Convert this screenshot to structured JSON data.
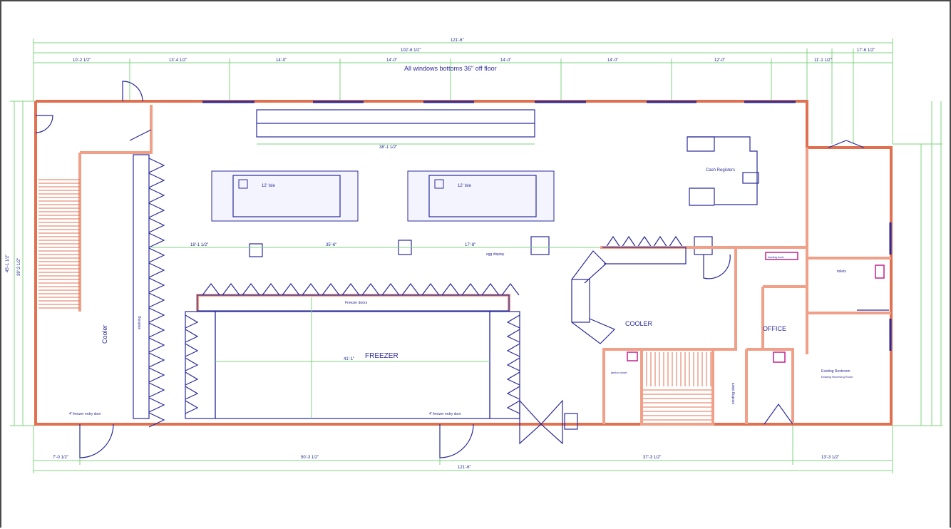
{
  "note": "All windows bottoms 36\" off floor",
  "rooms": {
    "freezer": "FREEZER",
    "cooler": "COOLER",
    "office": "OFFICE",
    "cooler_left": "Cooler"
  },
  "dimensions": {
    "overall_top": "121'-6\"",
    "overall_bottom": "121'-6\"",
    "secondary_top": "102'-6 1/2\"",
    "right_top_a": "17'-6 1/2\"",
    "right_top_b": "11'-1 1/2\"",
    "seg1": "10'-2 1/2\"",
    "seg2": "13'-4 1/2\"",
    "seg3": "14'-0\"",
    "seg4": "14'-0\"",
    "seg5": "14'-0\"",
    "seg6": "14'-0\"",
    "seg7": "12'-0\"",
    "bottom_left": "7'-0 1/2\"",
    "bottom_mid": "50'-3 1/2\"",
    "bottom_right1": "37'-3 1/2\"",
    "bottom_right2": "13'-3 1/2\"",
    "left_overall": "45'-1 1/2\"",
    "left_inner": "39'-2 1/2\"",
    "freezer_width": "41'-1\"",
    "mid_row1": "18'-1 1/2\"",
    "mid_row2": "35'-6\"",
    "mid_row3": "17'-8\"",
    "table_len": "38'-1 1/2\""
  },
  "labels": {
    "freezer_doors": "Freezer doors",
    "shelving": "shelving",
    "egg_display": "egg display",
    "cash_registers": "Cash Registers",
    "janitor_closet": "janitor closet",
    "existing_stairs": "existing stairs",
    "existing_restroom": "Existing Restroom",
    "toilets": "toilets",
    "storage_room": "Existing Receiving Room",
    "door_label_a": "4' freezer entry door",
    "door_label_b": "4' freezer entry door",
    "table_a": "12' Isle",
    "table_b": "12' Isle",
    "loading": "loading dock"
  }
}
